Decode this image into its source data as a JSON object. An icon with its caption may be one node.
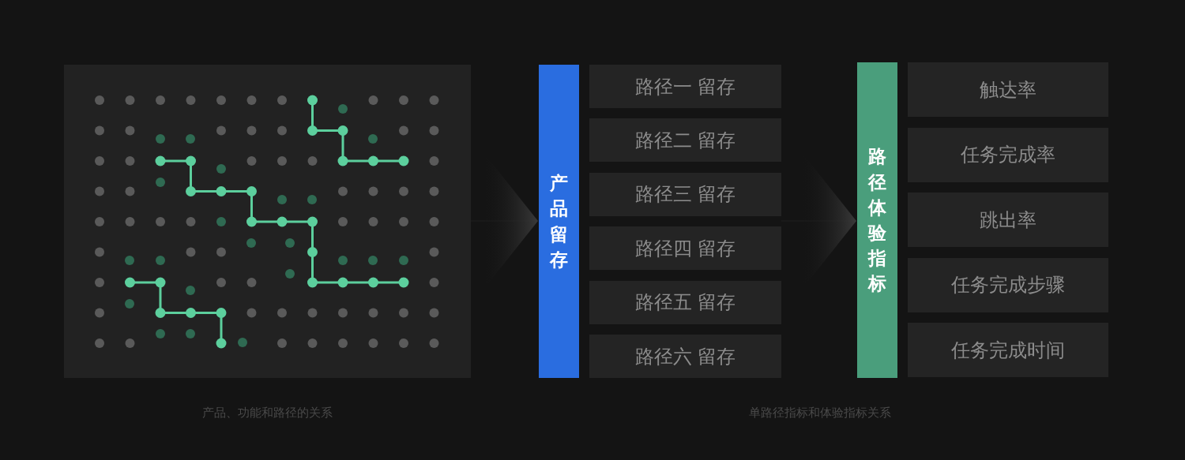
{
  "diagram": {
    "nodes": [
      {
        "text": [],
        "shape": "picture"
      },
      {
        "text": [
          "产品留存"
        ]
      },
      {
        "text": [
          "路径一 留存"
        ]
      },
      {
        "text": [
          "路径二 留存"
        ]
      },
      {
        "text": [
          "路径三 留存"
        ]
      },
      {
        "text": [
          "路径四 留存"
        ]
      },
      {
        "text": [
          "路径五 留存"
        ]
      },
      {
        "text": [
          "路径六 留存"
        ]
      },
      {
        "text": [
          "路径体验指标"
        ]
      },
      {
        "text": [
          "触达率"
        ]
      },
      {
        "text": [
          "任务完成率"
        ]
      },
      {
        "text": [
          "跳出率"
        ]
      },
      {
        "text": [
          "任务完成步骤"
        ]
      },
      {
        "text": [
          "任务完成时间"
        ]
      }
    ],
    "edges": [
      {
        "from": 0,
        "to": 1,
        "arrow": "to"
      },
      {
        "from": 4,
        "to": 8,
        "arrow": "to"
      }
    ],
    "labels": [
      "产品、功能和路径的关系",
      "单路径指标和体验指标关系"
    ]
  }
}
